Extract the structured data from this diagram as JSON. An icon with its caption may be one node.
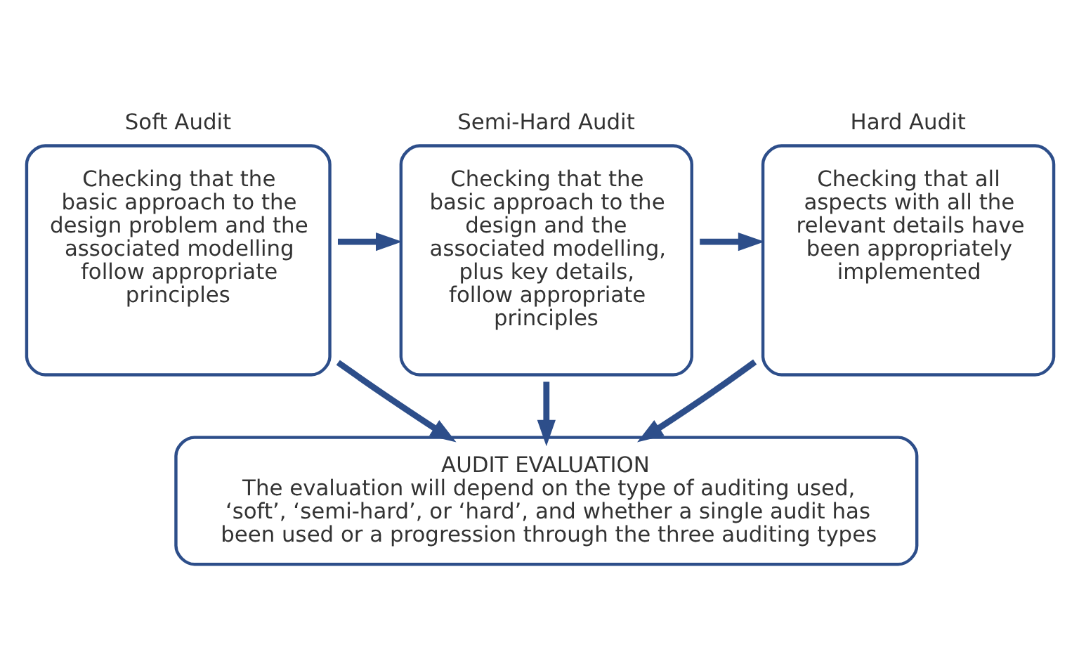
{
  "diagram": {
    "nodes": [
      {
        "text": [
          "Soft Audit",
          "Checking that the basic approach to the design problem and the associated modelling follow appropriate principles"
        ]
      },
      {
        "text": [
          "Semi-Hard Audit",
          "Checking that the basic approach to the design and the associated modelling, plus key details, follow appropriate principles"
        ]
      },
      {
        "text": [
          "Hard Audit",
          "Checking that all aspects with all the relevant details have been appropriately implemented"
        ]
      },
      {
        "text": [
          "AUDIT EVALUATION",
          "The evaluation will depend on the type of auditing used, ‘soft’, ‘semi-hard’, or ‘hard’, and whether a single audit has been used or a progression through the three auditing types"
        ]
      }
    ],
    "edges": [
      {
        "from": 0,
        "to": 1,
        "arrow": "to"
      },
      {
        "from": 1,
        "to": 2,
        "arrow": "to"
      },
      {
        "from": 0,
        "to": 3,
        "arrow": "to"
      },
      {
        "from": 1,
        "to": 3,
        "arrow": "to"
      },
      {
        "from": 2,
        "to": 3,
        "arrow": "to"
      }
    ]
  }
}
